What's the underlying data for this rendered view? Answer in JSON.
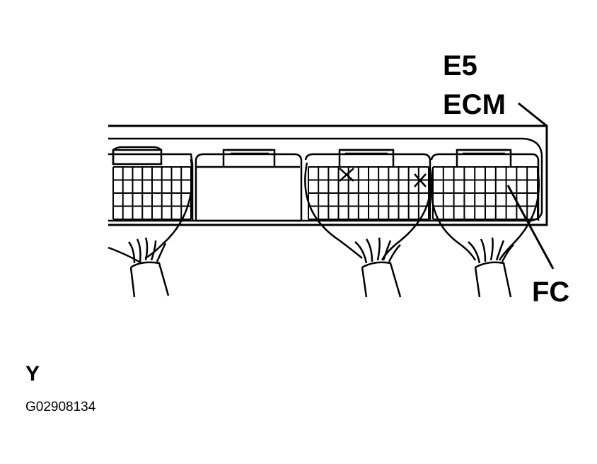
{
  "labels": {
    "connector_id": "E5",
    "component": "ECM",
    "terminal": "FC",
    "view_marker": "Y",
    "figure_code": "G02908134"
  },
  "colors": {
    "line": "#000000",
    "background": "#ffffff"
  }
}
